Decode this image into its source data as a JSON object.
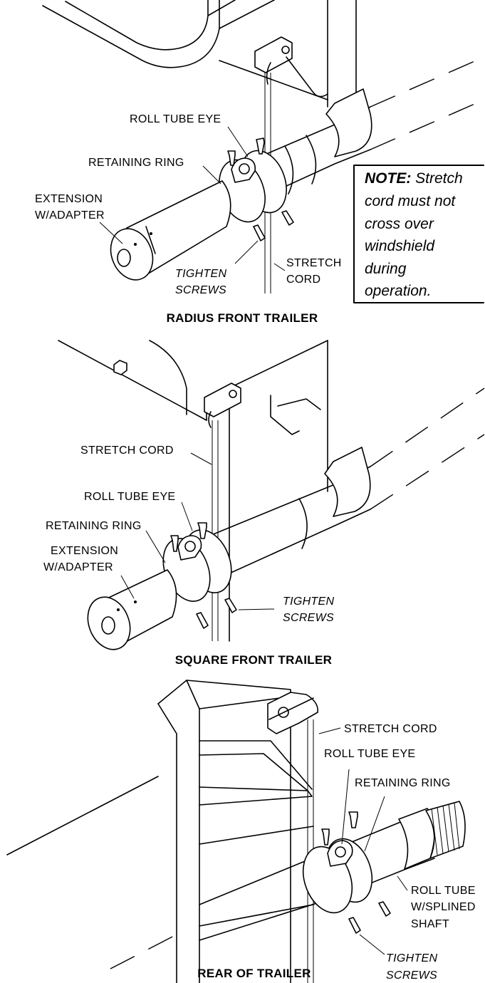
{
  "panels": [
    {
      "caption": "RADIUS FRONT TRAILER",
      "labels": {
        "roll_tube_eye": "ROLL TUBE EYE",
        "retaining_ring": "RETAINING RING",
        "extension_line1": "EXTENSION",
        "extension_line2": "W/ADAPTER",
        "tighten_line1": "TIGHTEN",
        "tighten_line2": "SCREWS",
        "stretch_line1": "STRETCH",
        "stretch_line2": "CORD"
      },
      "note": {
        "prefix": "NOTE:",
        "line1": " Stretch",
        "line2": "cord must not",
        "line3": "cross over",
        "line4": "windshield",
        "line5": "during",
        "line6": "operation."
      }
    },
    {
      "caption": "SQUARE FRONT TRAILER",
      "labels": {
        "stretch_cord": "STRETCH CORD",
        "roll_tube_eye": "ROLL TUBE EYE",
        "retaining_ring": "RETAINING RING",
        "extension_line1": "EXTENSION",
        "extension_line2": "W/ADAPTER",
        "tighten_line1": "TIGHTEN",
        "tighten_line2": "SCREWS"
      }
    },
    {
      "caption": "REAR OF TRAILER",
      "labels": {
        "stretch_cord": "STRETCH CORD",
        "roll_tube_eye": "ROLL TUBE EYE",
        "retaining_ring": "RETAINING RING",
        "roll_tube_line1": "ROLL TUBE",
        "roll_tube_line2": "W/SPLINED",
        "roll_tube_line3": "SHAFT",
        "tighten_line1": "TIGHTEN",
        "tighten_line2": "SCREWS"
      }
    }
  ]
}
